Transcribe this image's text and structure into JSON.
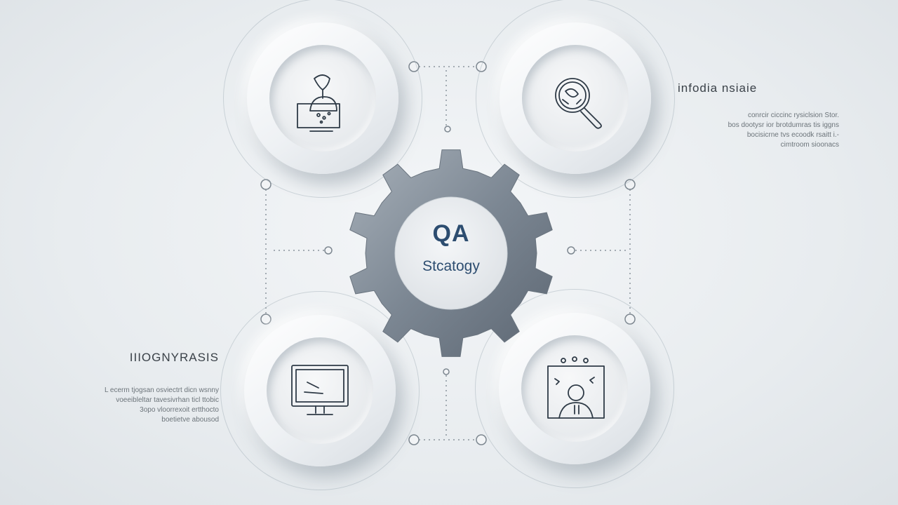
{
  "hub": {
    "title": "QA",
    "subtitle": "Stcatogy"
  },
  "nodes": [
    {
      "id": "node-tl",
      "icon": "flask-analysis-icon"
    },
    {
      "id": "node-tr",
      "icon": "magnifier-icon"
    },
    {
      "id": "node-bl",
      "icon": "monitor-icon"
    },
    {
      "id": "node-br",
      "icon": "person-ideas-icon"
    }
  ],
  "labels": {
    "right": {
      "title": "infodia nsiaie",
      "body": [
        "conrcir ciccinc rysiclsion Stor.",
        "bos dootysr ior brotdumras tis iggns",
        "bocisicrne tvs ecoodk rsaitt i.-",
        "cimtroom sioonacs"
      ]
    },
    "left": {
      "title": "IIIOGNYRASIS",
      "body": [
        "L ecerm tjogsan osviectrt dicn wsnny",
        "voeeibleltar tavesivrhan ticl ttobic",
        "3opo vloorrexoit ertthocto",
        "boetietve abousod"
      ]
    }
  },
  "colors": {
    "hub_text": "#2d4d70",
    "gear_fill": "#7c8793",
    "background": "#e8ecef"
  }
}
